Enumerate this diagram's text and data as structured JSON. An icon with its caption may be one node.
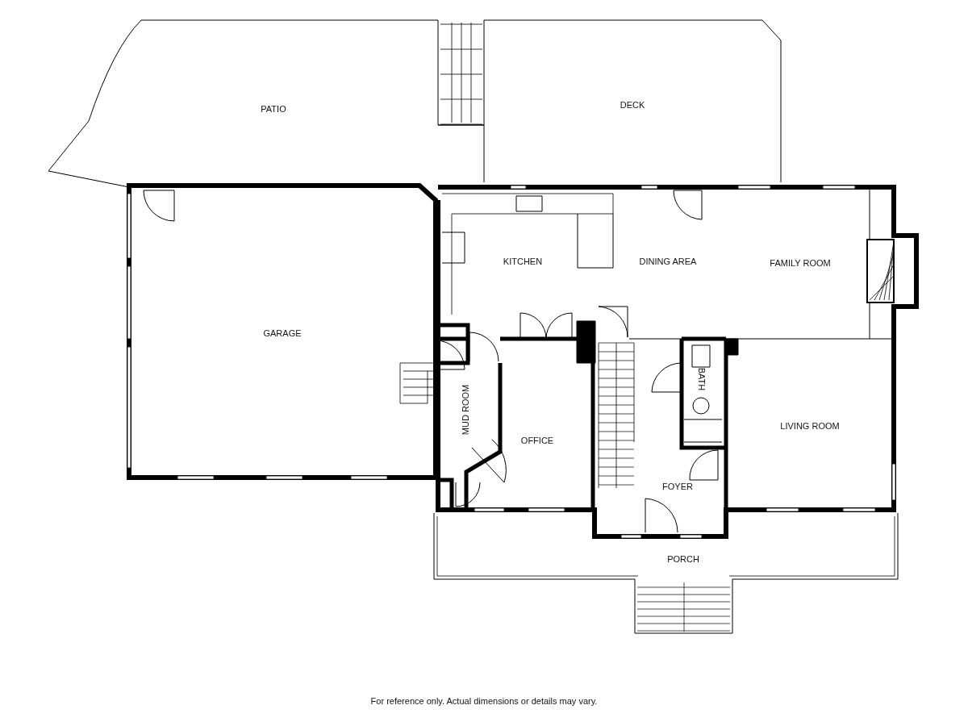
{
  "diagram": {
    "caption": "For reference only. Actual dimensions or details may vary.",
    "labels": [
      "PATIO",
      "DECK",
      "KITCHEN",
      "DINING AREA",
      "FAMILY ROOM",
      "GARAGE",
      "MUD ROOM",
      "OFFICE",
      "BATH",
      "LIVING ROOM",
      "FOYER",
      "PORCH"
    ]
  }
}
